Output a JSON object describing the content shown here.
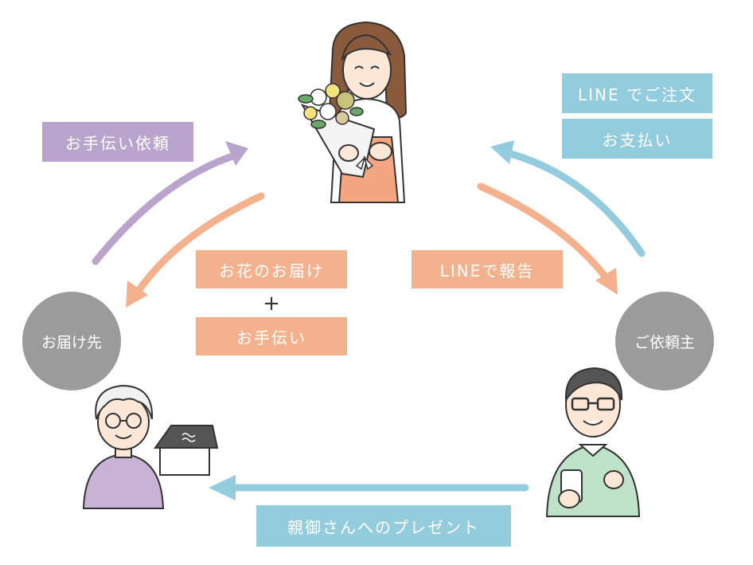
{
  "colors": {
    "purple": "#b9a4cb",
    "orange": "#f4b18d",
    "blue": "#93ccdc",
    "gray": "#9b9b9b"
  },
  "nodes": {
    "florist": {
      "icon": "florist-with-bouquet-icon"
    },
    "recipient": {
      "label": "お届け先",
      "icon": "elderly-woman-with-house-icon"
    },
    "client": {
      "label": "ご依頼主",
      "icon": "man-with-smartphone-icon"
    }
  },
  "labels": {
    "request_help": "お手伝い依頼",
    "line_order": "LINE でご注文",
    "payment": "お支払い",
    "flower_delivery": "お花のお届け",
    "plus": "+",
    "help": "お手伝い",
    "line_report": "LINEで報告",
    "gift": "親御さんへのプレゼント"
  }
}
